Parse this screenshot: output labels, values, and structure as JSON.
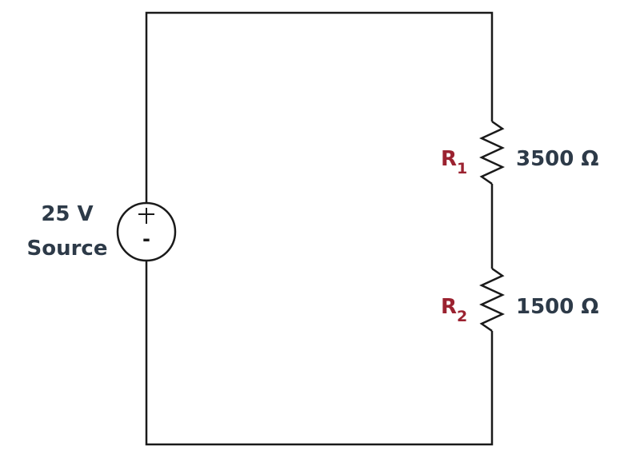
{
  "source": {
    "voltage_label": "25 V",
    "name_label": "Source",
    "plus_sign": "+",
    "minus_sign": "-"
  },
  "resistors": [
    {
      "letter": "R",
      "subscript": "1",
      "value_label": "3500 Ω"
    },
    {
      "letter": "R",
      "subscript": "2",
      "value_label": "1500 Ω"
    }
  ],
  "colors": {
    "wire": "#1a1a1a",
    "text": "#2d3a48",
    "resistor_name": "#9b2230"
  }
}
